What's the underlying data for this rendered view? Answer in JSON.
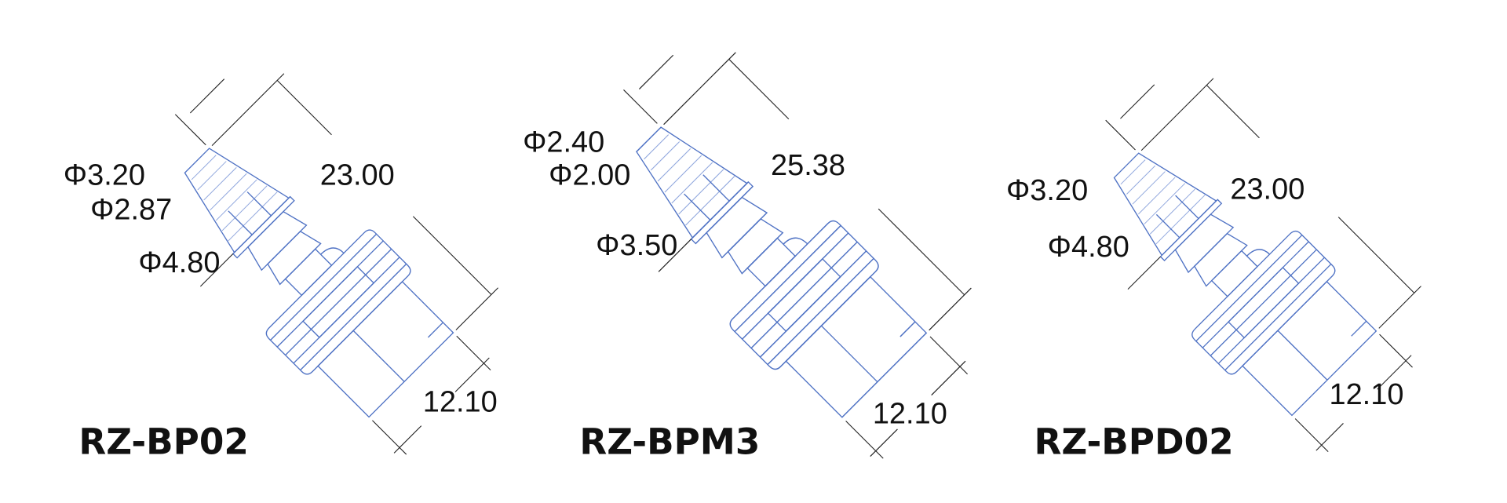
{
  "parts": [
    {
      "model": "RZ-BP02",
      "length": "23.00",
      "body_width": "12.10",
      "diameters": [
        "Φ3.20",
        "Φ2.87",
        "Φ4.80"
      ]
    },
    {
      "model": "RZ-BPM3",
      "length": "25.38",
      "body_width": "12.10",
      "diameters": [
        "Φ2.40",
        "Φ2.00",
        "Φ3.50"
      ]
    },
    {
      "model": "RZ-BPD02",
      "length": "23.00",
      "body_width": "12.10",
      "diameters": [
        "Φ3.20",
        "Φ4.80"
      ]
    }
  ],
  "colors": {
    "outline": "#4f72c4",
    "dimension": "#222222"
  }
}
